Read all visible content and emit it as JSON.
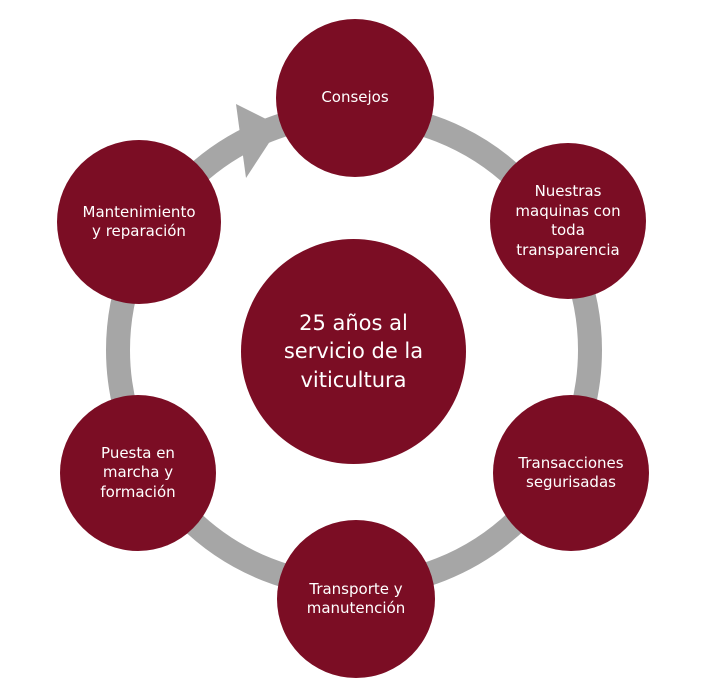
{
  "center": {
    "label": "25 años al\nservicio de la\nviticultura"
  },
  "cycle": [
    {
      "id": "consejos",
      "label": "Consejos"
    },
    {
      "id": "nuestras-maquinas",
      "label": "Nuestras\nmaquinas con\ntoda\ntransparencia"
    },
    {
      "id": "transacciones",
      "label": "Transacciones\nsegurisadas"
    },
    {
      "id": "transporte",
      "label": "Transporte y\nmanutención"
    },
    {
      "id": "puesta-en-marcha",
      "label": "Puesta en\nmarcha y\nformación"
    },
    {
      "id": "mantenimiento",
      "label": "Mantenimiento\ny reparación"
    }
  ],
  "colors": {
    "node_fill": "#7b0d24",
    "ring": "#a6a6a6",
    "text": "#ffffff"
  }
}
